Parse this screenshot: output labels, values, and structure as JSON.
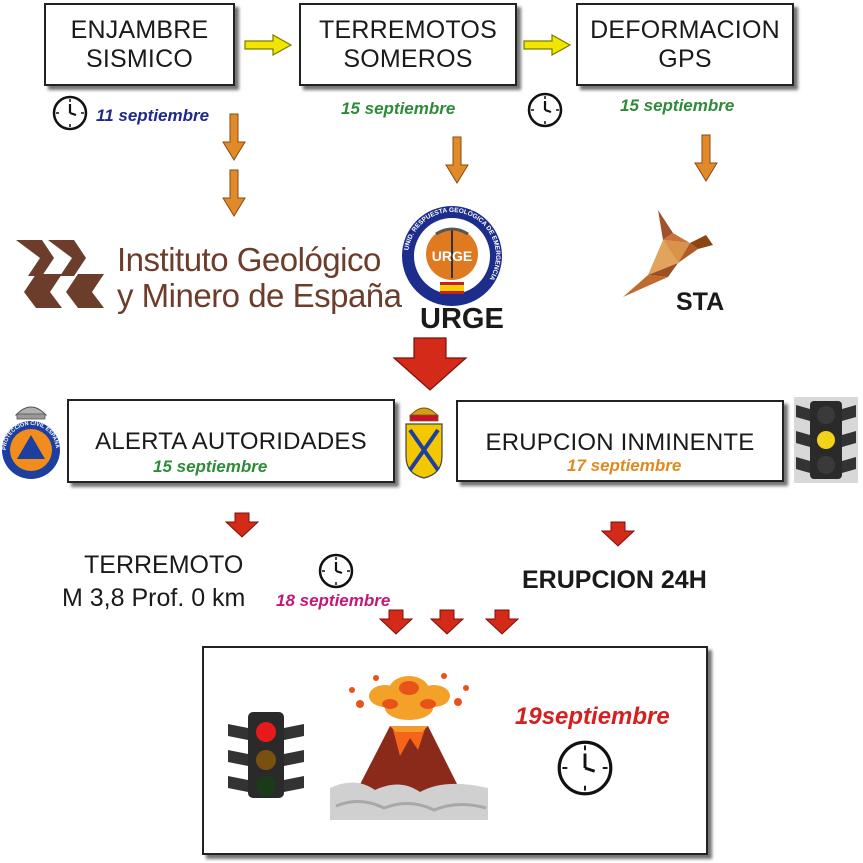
{
  "row1": {
    "box1": {
      "line1": "ENJAMBRE",
      "line2": "SISMICO",
      "date": "11 septiembre"
    },
    "box2": {
      "line1": "TERREMOTOS",
      "line2": "SOMEROS",
      "date": "15 septiembre"
    },
    "box3": {
      "line1": "DEFORMACION",
      "line2": "GPS",
      "date": "15 septiembre"
    }
  },
  "logos": {
    "igme_line1": "Instituto Geológico",
    "igme_line2": "y Minero de España",
    "urge_label": "URGE",
    "urge_badge": "URGE",
    "urge_ring_text": "UNID. RESPUESTA GEOLÓGICA DE EMERGENCIA",
    "sta_label": "STA",
    "pc_ring_text": "PROTECCION CIVIL ESPAÑA"
  },
  "row3": {
    "alerta": {
      "label": "ALERTA AUTORIDADES",
      "date": "15 septiembre"
    },
    "erupcion": {
      "label": "ERUPCION INMINENTE",
      "date": "17 septiembre"
    }
  },
  "row4": {
    "terremoto_line1": "TERREMOTO",
    "terremoto_line2": "M 3,8 Prof. 0 km",
    "terremoto_date": "18 septiembre",
    "erupcion24": "ERUPCION 24H"
  },
  "final": {
    "date": "19septiembre"
  },
  "colors": {
    "date_blue": "#1f2a8a",
    "date_green": "#2e8b3a",
    "date_orange": "#e08a1e",
    "date_magenta": "#c2187a",
    "date_red": "#d42020",
    "arrow_orange": "#e08a2a",
    "arrow_yellow": "#f2e600",
    "arrow_red": "#d42a1a",
    "igme_brown": "#6b3d2a"
  }
}
